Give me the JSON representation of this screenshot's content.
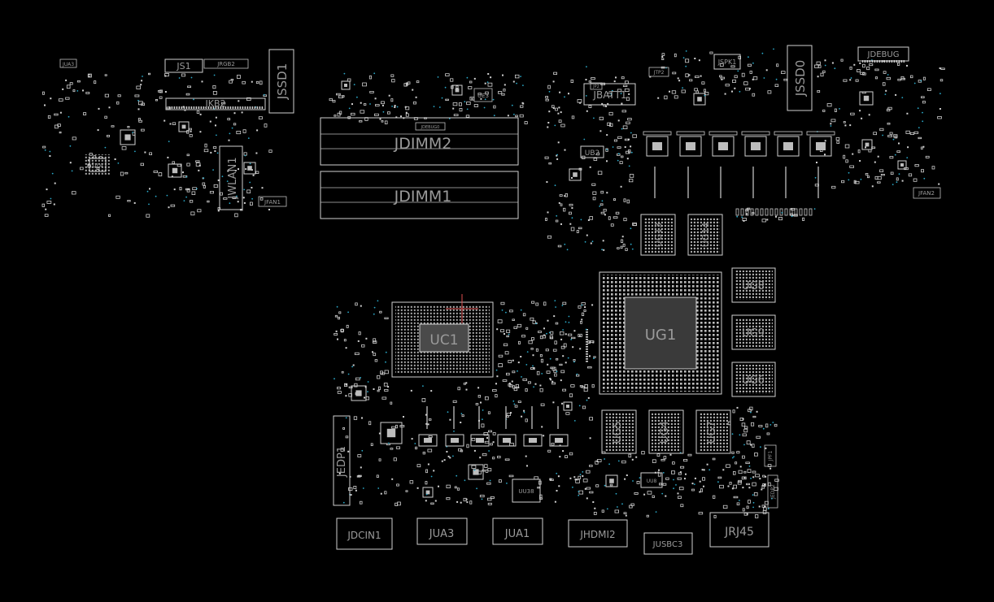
{
  "colors": {
    "background": "#000000",
    "outline": "#cfcfcf",
    "label": "#9a9a9a",
    "via": "#2aa8c8",
    "marker": "#e05050"
  },
  "components": {
    "jua3_small": "JUA3",
    "js1": "JS1",
    "jrgb2": "JRGB2",
    "jkb2": "JKB2",
    "jssd1": "JSSD1",
    "ul4": "UL4",
    "jwlan1": "JWLAN1",
    "jfan1": "JFAN1",
    "jdimm2": "JDIMM2",
    "jdimm1": "JDIMM1",
    "ue3": "UE3",
    "jdebug_small": "JDEBUG0",
    "jbatt1": "JBATT1",
    "jtp2": "JTP2",
    "jp2": "JP2",
    "jspk1": "JSPK1",
    "jssd0": "JSSD0",
    "jdebug": "JDEBUG",
    "ub2": "UB2",
    "ug13": "UG13",
    "ug14": "UG14",
    "jfan2": "JFAN2",
    "ug8": "UG8",
    "ug9": "UG9",
    "ug6": "UG6",
    "ug1": "UG1",
    "uc1": "UC1",
    "ug5": "UG5",
    "ug4": "UG4",
    "ug7": "UG7",
    "jedp1": "JEDP1",
    "uu38": "UU38",
    "uu8": "UU8",
    "jdcin1": "JDCIN1",
    "jua3": "JUA3",
    "jua1": "JUA1",
    "jhdmi2": "JHDMI2",
    "jusbc3": "JUSBC3",
    "jrj45": "JRJ45",
    "jpf1": "JPF1",
    "jedp2": "JEDP2"
  }
}
